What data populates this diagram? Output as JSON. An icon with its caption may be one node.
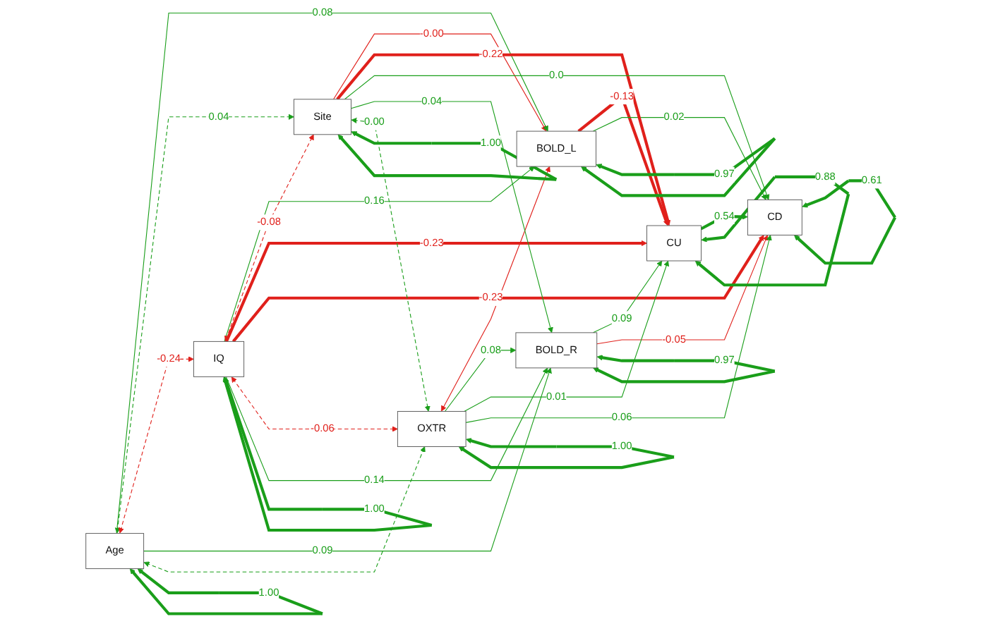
{
  "diagram": {
    "nodes": [
      {
        "text": [
          "BOLD_L"
        ]
      },
      {
        "text": [
          "Site"
        ]
      },
      {
        "text": [
          "Age"
        ]
      },
      {
        "text": [
          "IQ"
        ]
      },
      {
        "text": [
          "CU"
        ]
      },
      {
        "text": [
          "CD"
        ]
      },
      {
        "text": [
          "BOLD_R"
        ]
      },
      {
        "text": [
          "OXTR"
        ]
      }
    ],
    "edges": [
      {
        "from": 1,
        "to": 0,
        "arrow": "to",
        "label": "-0.00",
        "color": "#e0201b"
      },
      {
        "from": 2,
        "to": 0,
        "arrow": "to",
        "label": "0.08"
      },
      {
        "from": 3,
        "to": 0,
        "arrow": "to",
        "label": "0.16"
      },
      {
        "from": 7,
        "to": 0,
        "arrow": "both",
        "color": "#e0201b"
      },
      {
        "from": 2,
        "to": 1,
        "arrow": "both",
        "label": "0.04",
        "style": "dashed"
      },
      {
        "from": 0,
        "to": 4,
        "arrow": "to",
        "label": "-0.13",
        "style": "thick",
        "color": "#e0201b"
      },
      {
        "from": 0,
        "to": 5,
        "arrow": "to",
        "label": "0.02"
      },
      {
        "from": 3,
        "to": 1,
        "arrow": "both",
        "label": "-0.08",
        "style": "dashed",
        "color": "#e0201b"
      },
      {
        "from": 1,
        "to": 4,
        "arrow": "to",
        "label": "-0.22",
        "style": "thick",
        "color": "#e0201b"
      },
      {
        "from": 1,
        "to": 5,
        "arrow": "to",
        "label": "0.0"
      },
      {
        "from": 2,
        "to": 3,
        "arrow": "both",
        "label": "-0.24",
        "style": "dashed",
        "color": "#e0201b"
      },
      {
        "from": 3,
        "to": 4,
        "arrow": "to",
        "label": "-0.23",
        "style": "thick",
        "color": "#e0201b"
      },
      {
        "from": 3,
        "to": 5,
        "arrow": "to",
        "label": "-0.23",
        "style": "thick",
        "color": "#e0201b"
      },
      {
        "from": 3,
        "to": 7,
        "arrow": "both",
        "label": "-0.06",
        "style": "dashed",
        "color": "#e0201b"
      },
      {
        "from": 3,
        "to": 6,
        "arrow": "to",
        "label": "0.14"
      },
      {
        "from": 1,
        "to": 6,
        "arrow": "to",
        "label": "0.04"
      },
      {
        "from": 2,
        "to": 6,
        "arrow": "to",
        "label": "0.09"
      },
      {
        "from": 2,
        "to": 7,
        "arrow": "both",
        "style": "dashed"
      },
      {
        "from": 6,
        "to": 4,
        "arrow": "to",
        "label": "0.09"
      },
      {
        "from": 6,
        "to": 5,
        "arrow": "to",
        "label": "-0.05",
        "color": "#e0201b"
      },
      {
        "from": 7,
        "to": 6,
        "arrow": "to",
        "label": "0.08"
      },
      {
        "from": 1,
        "to": 7,
        "arrow": "both",
        "label": "0.00",
        "style": "dashed"
      },
      {
        "from": 7,
        "to": 4,
        "arrow": "to",
        "label": "0.01"
      },
      {
        "from": 7,
        "to": 5,
        "arrow": "to",
        "label": "0.06"
      },
      {
        "from": 4,
        "to": 5,
        "arrow": "to",
        "label": "0.54",
        "style": "thick"
      },
      {
        "from": 0,
        "to": 0,
        "arrow": "both",
        "label": "0.97",
        "style": "thick"
      },
      {
        "from": 1,
        "to": 1,
        "arrow": "both",
        "label": "1.00",
        "style": "thick"
      },
      {
        "from": 2,
        "to": 2,
        "arrow": "both",
        "label": "1.00",
        "style": "thick"
      },
      {
        "from": 3,
        "to": 3,
        "arrow": "both",
        "label": "1.00",
        "style": "thick"
      },
      {
        "from": 4,
        "to": 4,
        "arrow": "both",
        "label": "0.88",
        "style": "thick"
      },
      {
        "from": 5,
        "to": 5,
        "arrow": "both",
        "label": "0.61",
        "style": "thick"
      },
      {
        "from": 6,
        "to": 6,
        "arrow": "both",
        "label": "0.97",
        "style": "thick"
      },
      {
        "from": 7,
        "to": 7,
        "arrow": "both",
        "label": "1.00",
        "style": "thick"
      }
    ]
  }
}
